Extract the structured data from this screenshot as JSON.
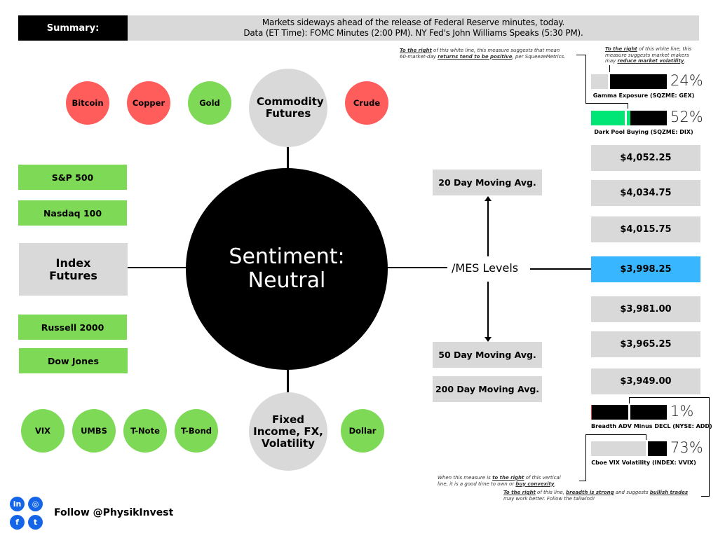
{
  "summary": {
    "label": "Summary:",
    "line1": "Markets sideways ahead of the release of Federal Reserve minutes, today.",
    "line2": "Data (ET Time): FOMC Minutes (2:00 PM). NY Fed's John Williams Speaks (5:30 PM)."
  },
  "colors": {
    "bearish": "#ff5c5c",
    "bullish": "#7ed957",
    "neutral": "#d9d9d9",
    "current_level": "#38b6ff",
    "dix_fill": "#00e676",
    "social": "#1565e8"
  },
  "commodities": {
    "title": "Commodity Futures",
    "items": [
      {
        "label": "Bitcoin",
        "status": "bearish"
      },
      {
        "label": "Copper",
        "status": "bearish"
      },
      {
        "label": "Gold",
        "status": "bullish"
      },
      {
        "label": "Crude",
        "status": "bearish"
      }
    ]
  },
  "sentiment": {
    "line1": "Sentiment:",
    "line2": "Neutral"
  },
  "index_futures": {
    "title_line1": "Index",
    "title_line2": "Futures",
    "items": [
      {
        "label": "S&P 500",
        "status": "bullish"
      },
      {
        "label": "Nasdaq 100",
        "status": "bullish"
      },
      {
        "label": "Russell 2000",
        "status": "bullish"
      },
      {
        "label": "Dow Jones",
        "status": "bullish"
      }
    ]
  },
  "fixed_income": {
    "title_line1": "Fixed",
    "title_line2": "Income, FX,",
    "title_line3": "Volatility",
    "items": [
      {
        "label": "VIX",
        "status": "bullish"
      },
      {
        "label": "UMBS",
        "status": "bullish"
      },
      {
        "label": "T-Note",
        "status": "bullish"
      },
      {
        "label": "T-Bond",
        "status": "bullish"
      },
      {
        "label": "Dollar",
        "status": "bullish"
      }
    ]
  },
  "mes": {
    "label": "/MES Levels",
    "ma20": "20 Day Moving Avg.",
    "ma50": "50 Day Moving Avg.",
    "ma200": "200 Day Moving Avg.",
    "levels": [
      "$4,052.25",
      "$4,034.75",
      "$4,015.75",
      "$3,998.25",
      "$3,981.00",
      "$3,965.25",
      "$3,949.00"
    ],
    "current_index": 3
  },
  "gauges": {
    "gex": {
      "pct": "24%",
      "value": 24,
      "caption": "Gamma Exposure (SQZME: GEX)"
    },
    "dix": {
      "pct": "52%",
      "value": 52,
      "caption": "Dark Pool Buying (SQZME: DIX)"
    },
    "add": {
      "pct": "1%",
      "value": 1,
      "caption": "Breadth ADV Minus DECL (NYSE: ADD)"
    },
    "vvix": {
      "pct": "73%",
      "value": 73,
      "caption": "Cboe VIX Volatility (INDEX: VVIX)"
    }
  },
  "notes": {
    "dix_a": "To the right",
    "dix_b": " of this white line, this measure suggests that mean",
    "dix_c": "60-market-day ",
    "dix_d": "returns tend to be positive",
    "dix_e": ", per SqueezeMetrics.",
    "gex_a": "To the right",
    "gex_b": " of this white line, this",
    "gex_c": "measure suggests market makers",
    "gex_d": "may ",
    "gex_e": "reduce market volatility",
    "gex_f": ".",
    "vvix_a": "When this measure is ",
    "vvix_b": "to the right",
    "vvix_c": " of this vertical",
    "vvix_d": "line, it is a good time to own or ",
    "vvix_e": "buy convexity",
    "vvix_f": ".",
    "add_a": "To the right",
    "add_b": " of this line, ",
    "add_c": "breadth is strong",
    "add_d": " and suggests ",
    "add_e": "bullish trades",
    "add_f": "may work better. Follow the tailwind!"
  },
  "footer": {
    "follow": "Follow @PhysikInvest",
    "icons": [
      "in",
      "◎",
      "f",
      "t"
    ]
  }
}
